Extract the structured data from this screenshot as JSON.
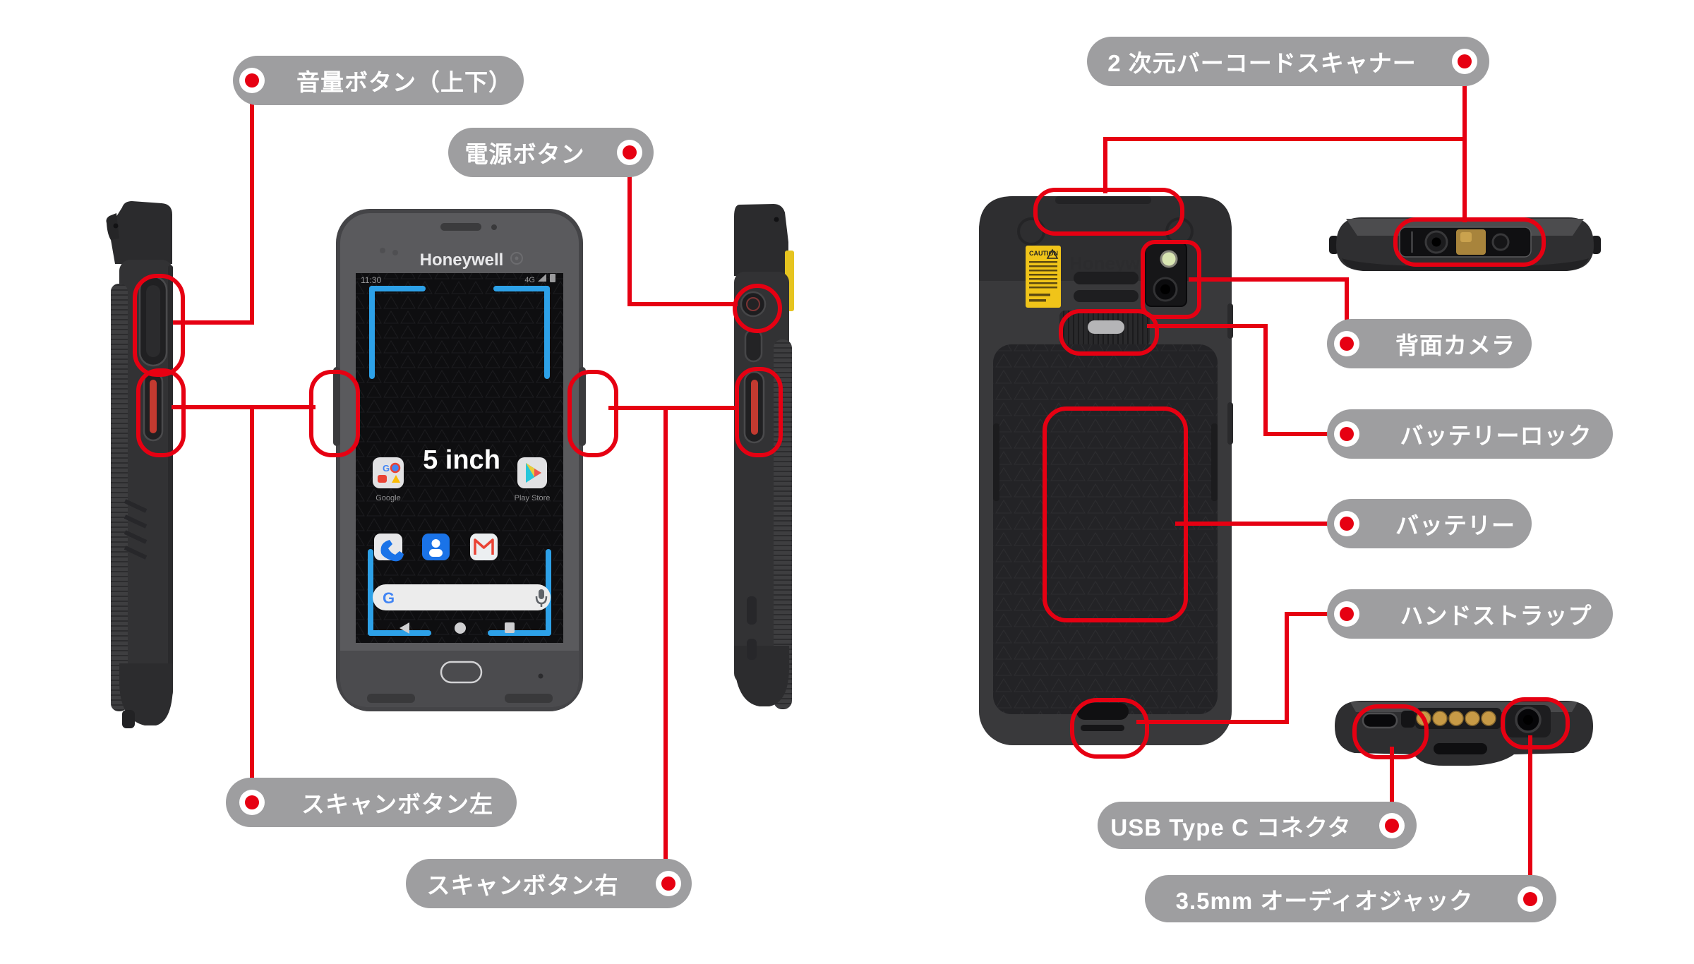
{
  "colors": {
    "accent_red": "#e60012",
    "label_gray": "#9e9ea0",
    "bracket_blue": "#2da1e8"
  },
  "callouts": {
    "volume": "音量ボタン（上下）",
    "power": "電源ボタン",
    "barcode_scanner": "2 次元バーコードスキャナー",
    "rear_camera": "背面カメラ",
    "battery_lock": "バッテリーロック",
    "battery": "バッテリー",
    "hand_strap": "ハンドストラップ",
    "scan_left": "スキャンボタン左",
    "scan_right": "スキャンボタン右",
    "usb": "USB Type C コネクタ",
    "audio_jack": "3.5mm オーディオジャック"
  },
  "device": {
    "front": {
      "brand": "Honeywell",
      "screen_size": "5 inch",
      "status_time": "11:30",
      "status_network": "4G",
      "app_google": "Google",
      "app_play_store": "Play Store"
    },
    "back": {
      "brand": "Honeywell",
      "caution": "CAUTION"
    }
  }
}
